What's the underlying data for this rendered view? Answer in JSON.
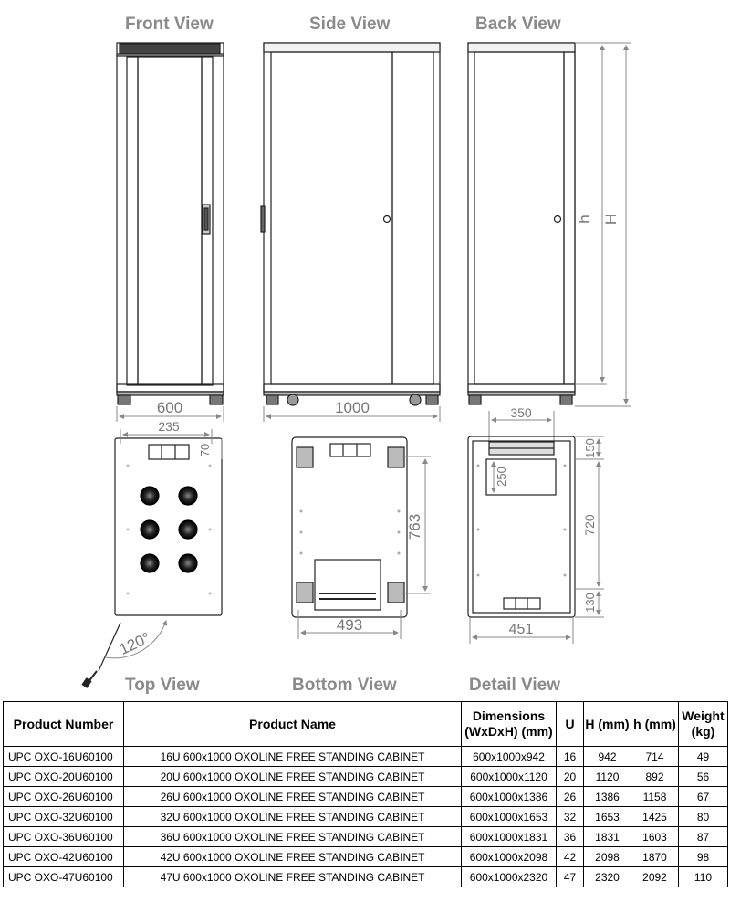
{
  "views": {
    "front": "Front View",
    "side": "Side View",
    "back": "Back View",
    "top": "Top View",
    "bottom": "Bottom View",
    "detail": "Detail View"
  },
  "dimensions": {
    "width_600": "600",
    "depth_1000": "1000",
    "detail_350": "350",
    "top_235": "235",
    "top_70": "70",
    "top_angle": "120°",
    "bottom_763": "763",
    "bottom_493": "493",
    "detail_150": "150",
    "detail_250": "250",
    "detail_720": "720",
    "detail_130": "130",
    "detail_451": "451",
    "height_small": "h",
    "height_total": "H"
  },
  "table": {
    "headers": {
      "product_number": "Product Number",
      "product_name": "Product Name",
      "dimensions": "Dimensions (WxDxH) (mm)",
      "u": "U",
      "H": "H (mm)",
      "h": "h (mm)",
      "weight": "Weight (kg)"
    },
    "rows": [
      {
        "number": "UPC OXO-16U60100",
        "name": "16U 600x1000 OXOLINE FREE STANDING CABINET",
        "dims": "600x1000x942",
        "u": "16",
        "H": "942",
        "h": "714",
        "weight": "49"
      },
      {
        "number": "UPC OXO-20U60100",
        "name": "20U 600x1000 OXOLINE FREE STANDING CABINET",
        "dims": "600x1000x1120",
        "u": "20",
        "H": "1120",
        "h": "892",
        "weight": "56"
      },
      {
        "number": "UPC OXO-26U60100",
        "name": "26U 600x1000 OXOLINE FREE STANDING CABINET",
        "dims": "600x1000x1386",
        "u": "26",
        "H": "1386",
        "h": "1158",
        "weight": "67"
      },
      {
        "number": "UPC OXO-32U60100",
        "name": "32U 600x1000 OXOLINE FREE STANDING CABINET",
        "dims": "600x1000x1653",
        "u": "32",
        "H": "1653",
        "h": "1425",
        "weight": "80"
      },
      {
        "number": "UPC OXO-36U60100",
        "name": "36U 600x1000 OXOLINE FREE STANDING CABINET",
        "dims": "600x1000x1831",
        "u": "36",
        "H": "1831",
        "h": "1603",
        "weight": "87"
      },
      {
        "number": "UPC OXO-42U60100",
        "name": "42U 600x1000 OXOLINE FREE STANDING CABINET",
        "dims": "600x1000x2098",
        "u": "42",
        "H": "2098",
        "h": "1870",
        "weight": "98"
      },
      {
        "number": "UPC OXO-47U60100",
        "name": "47U 600x1000 OXOLINE FREE STANDING CABINET",
        "dims": "600x1000x2320",
        "u": "47",
        "H": "2320",
        "h": "2092",
        "weight": "110"
      }
    ]
  }
}
